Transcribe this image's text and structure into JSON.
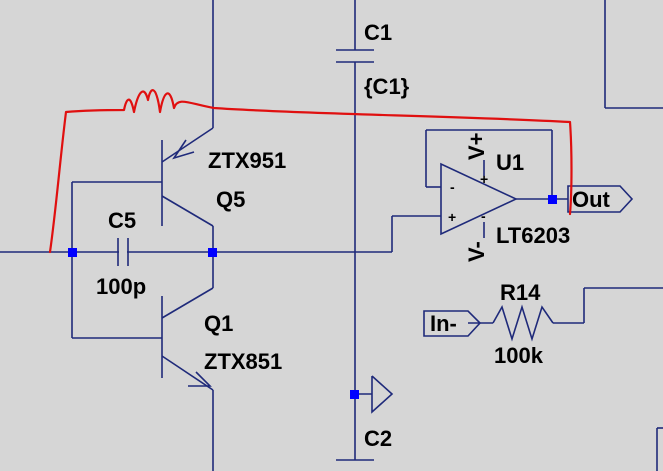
{
  "colors": {
    "background": "#d6d6d6",
    "wire": "#1f2a7a",
    "component": "#1f2a7a",
    "node": "#0000ff",
    "annotation": "#e01010"
  },
  "components": {
    "c1": {
      "ref": "C1",
      "value": "{C1}"
    },
    "c2": {
      "ref": "C2"
    },
    "c5": {
      "ref": "C5",
      "value": "100p"
    },
    "q5": {
      "ref": "Q5",
      "model": "ZTX951"
    },
    "q1": {
      "ref": "Q1",
      "model": "ZTX851"
    },
    "u1": {
      "ref": "U1",
      "model": "LT6203",
      "vplus": "V+",
      "vminus": "V-",
      "plus_sign": "+",
      "minus_sign": "-",
      "in_plus": "+",
      "in_minus": "-"
    },
    "r14": {
      "ref": "R14",
      "value": "100k"
    }
  },
  "net_labels": {
    "out": "Out",
    "in_minus": "In-"
  }
}
